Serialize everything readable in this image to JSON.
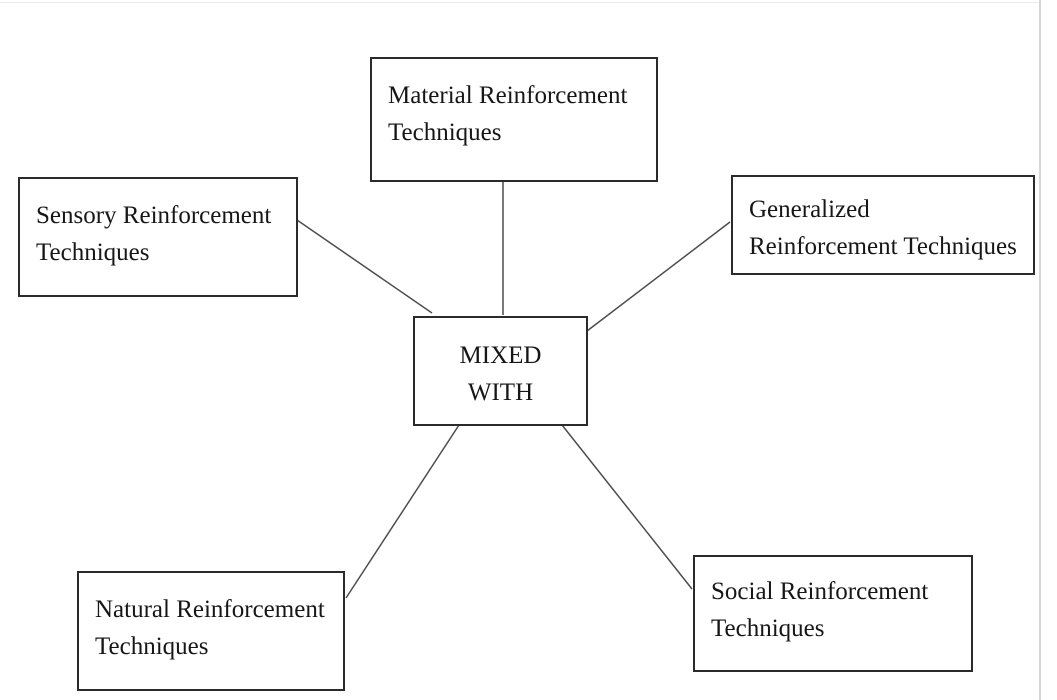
{
  "diagram": {
    "center": {
      "id": "mixed-with",
      "lines": [
        "MIXED",
        "WITH"
      ]
    },
    "nodes": [
      {
        "id": "material",
        "lines": [
          "Material Reinforcement",
          "Techniques"
        ]
      },
      {
        "id": "sensory",
        "lines": [
          "Sensory Reinforcement",
          "Techniques"
        ]
      },
      {
        "id": "generalized",
        "lines": [
          "Generalized",
          "Reinforcement Techniques"
        ]
      },
      {
        "id": "natural",
        "lines": [
          "Natural Reinforcement",
          "Techniques"
        ]
      },
      {
        "id": "social",
        "lines": [
          "Social Reinforcement",
          "Techniques"
        ]
      }
    ],
    "connections": [
      {
        "from": "material",
        "to": "mixed-with"
      },
      {
        "from": "sensory",
        "to": "mixed-with"
      },
      {
        "from": "generalized",
        "to": "mixed-with"
      },
      {
        "from": "natural",
        "to": "mixed-with"
      },
      {
        "from": "social",
        "to": "mixed-with"
      }
    ],
    "colors": {
      "box_border": "#2b2b2b",
      "text": "#161616",
      "connector": "#4d4d4d",
      "page_edge": "#d6d6d6"
    }
  }
}
